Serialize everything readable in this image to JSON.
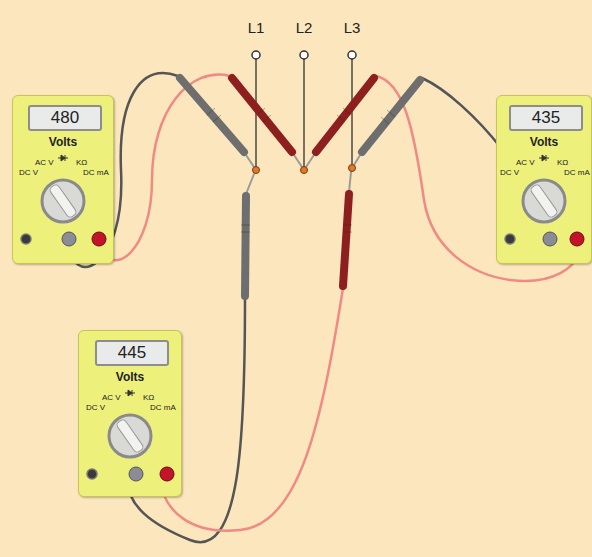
{
  "diagram": {
    "nodes": [
      {
        "text": [
          "480",
          "Volts",
          "AC V",
          "DC V",
          "KΩ",
          "DC mA"
        ]
      },
      {
        "text": [
          "435",
          "Volts",
          "AC V",
          "DC V",
          "KΩ",
          "DC mA"
        ]
      },
      {
        "text": [
          "445",
          "Volts",
          "AC V",
          "DC V",
          "KΩ",
          "DC mA"
        ]
      }
    ],
    "labels": [
      "L1",
      "L2",
      "L3"
    ]
  }
}
